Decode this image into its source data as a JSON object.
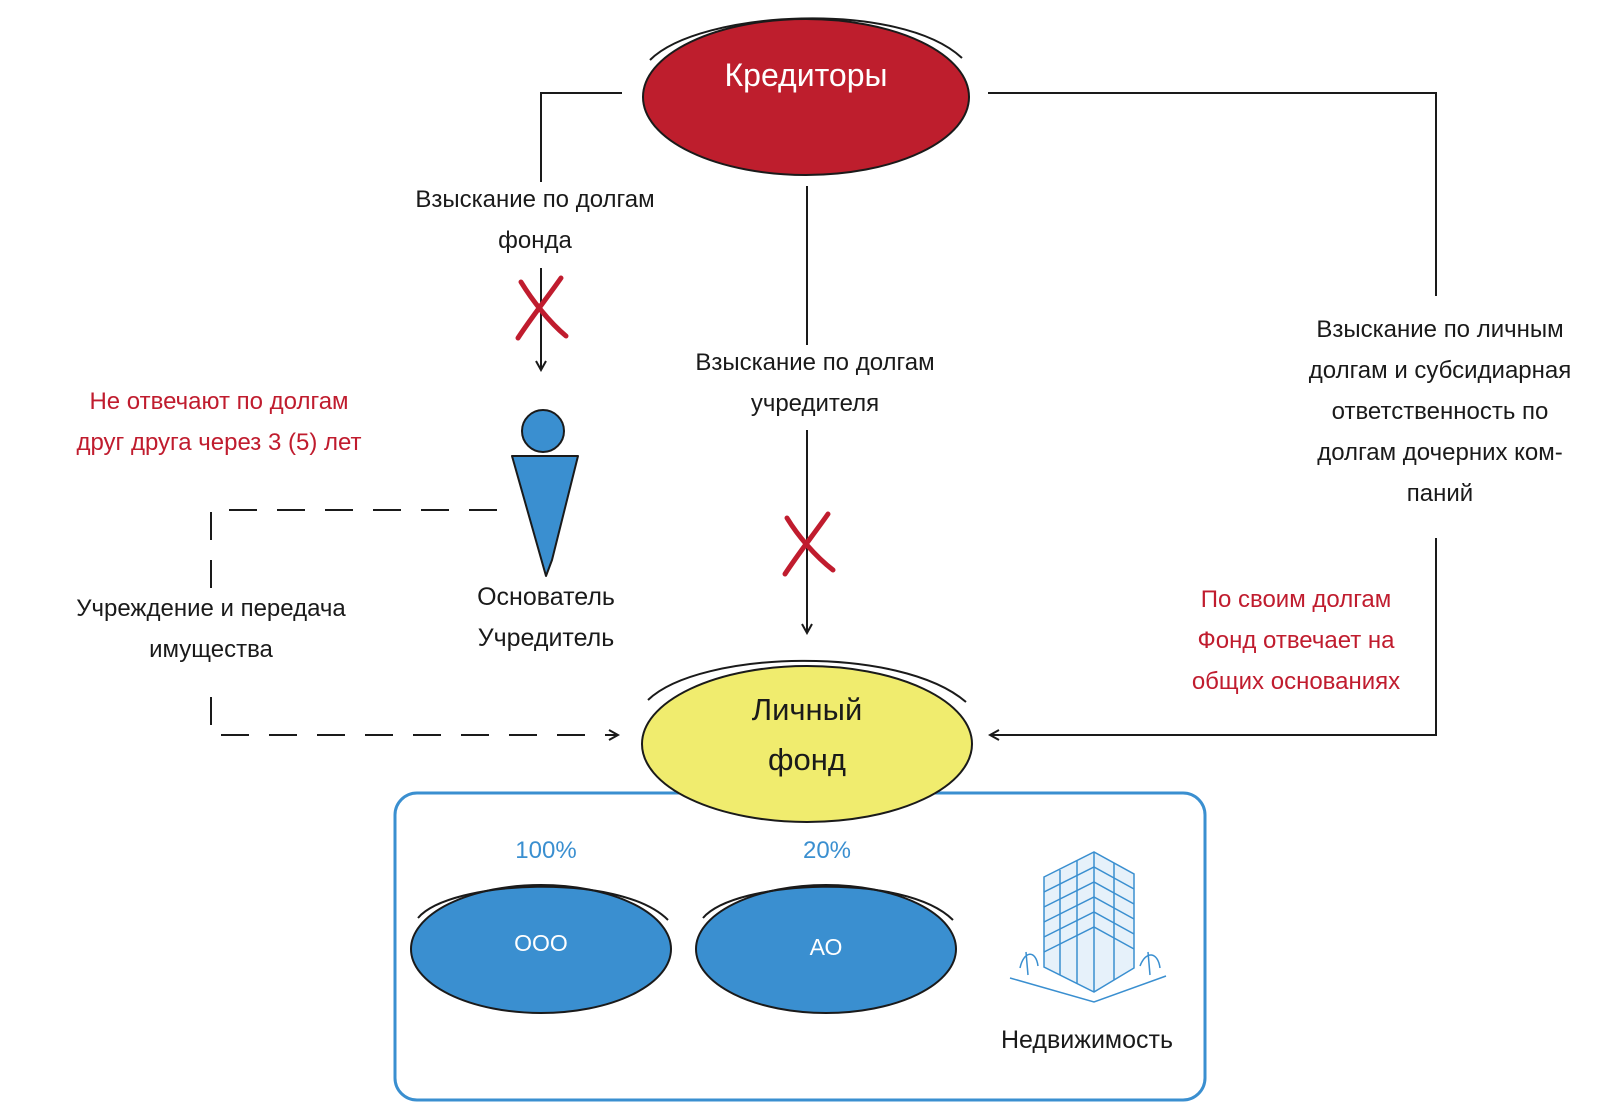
{
  "nodes": {
    "creditors": "Кредиторы",
    "fund_line1": "Личный",
    "fund_line2": "фонд",
    "founder_line1": "Основатель",
    "founder_line2": "Учредитель",
    "llc": "ООО",
    "jsc": "АО",
    "realty": "Недвижимость"
  },
  "labels": {
    "fund_debts": [
      "Взыскание по долгам",
      "фонда"
    ],
    "founder_debts": [
      "Взыскание по долгам",
      "учредителя"
    ],
    "personal_debts": [
      "Взыскание по личным",
      "долгам и субсидиарная",
      "ответственность по",
      "долгам дочерних ком-",
      "паний"
    ],
    "establishment": [
      "Учреждение и передача",
      "имущества"
    ]
  },
  "notes": {
    "no_liability": [
      "Не отвечают по долгам",
      "друг друга через 3 (5) лет"
    ],
    "own_debts": [
      "По своим долгам",
      "Фонд отвечает на",
      "общих основаниях"
    ]
  },
  "stakes": {
    "llc_share": "100%",
    "jsc_share": "20%"
  },
  "icons": [
    "cross-icon",
    "person-icon",
    "building-icon"
  ],
  "colors": {
    "creditors_fill": "#be1e2d",
    "fund_fill": "#f0ec6e",
    "company_fill": "#3a8fd0",
    "accent_red": "#c01c2e",
    "frame_blue": "#3a8fd0"
  }
}
